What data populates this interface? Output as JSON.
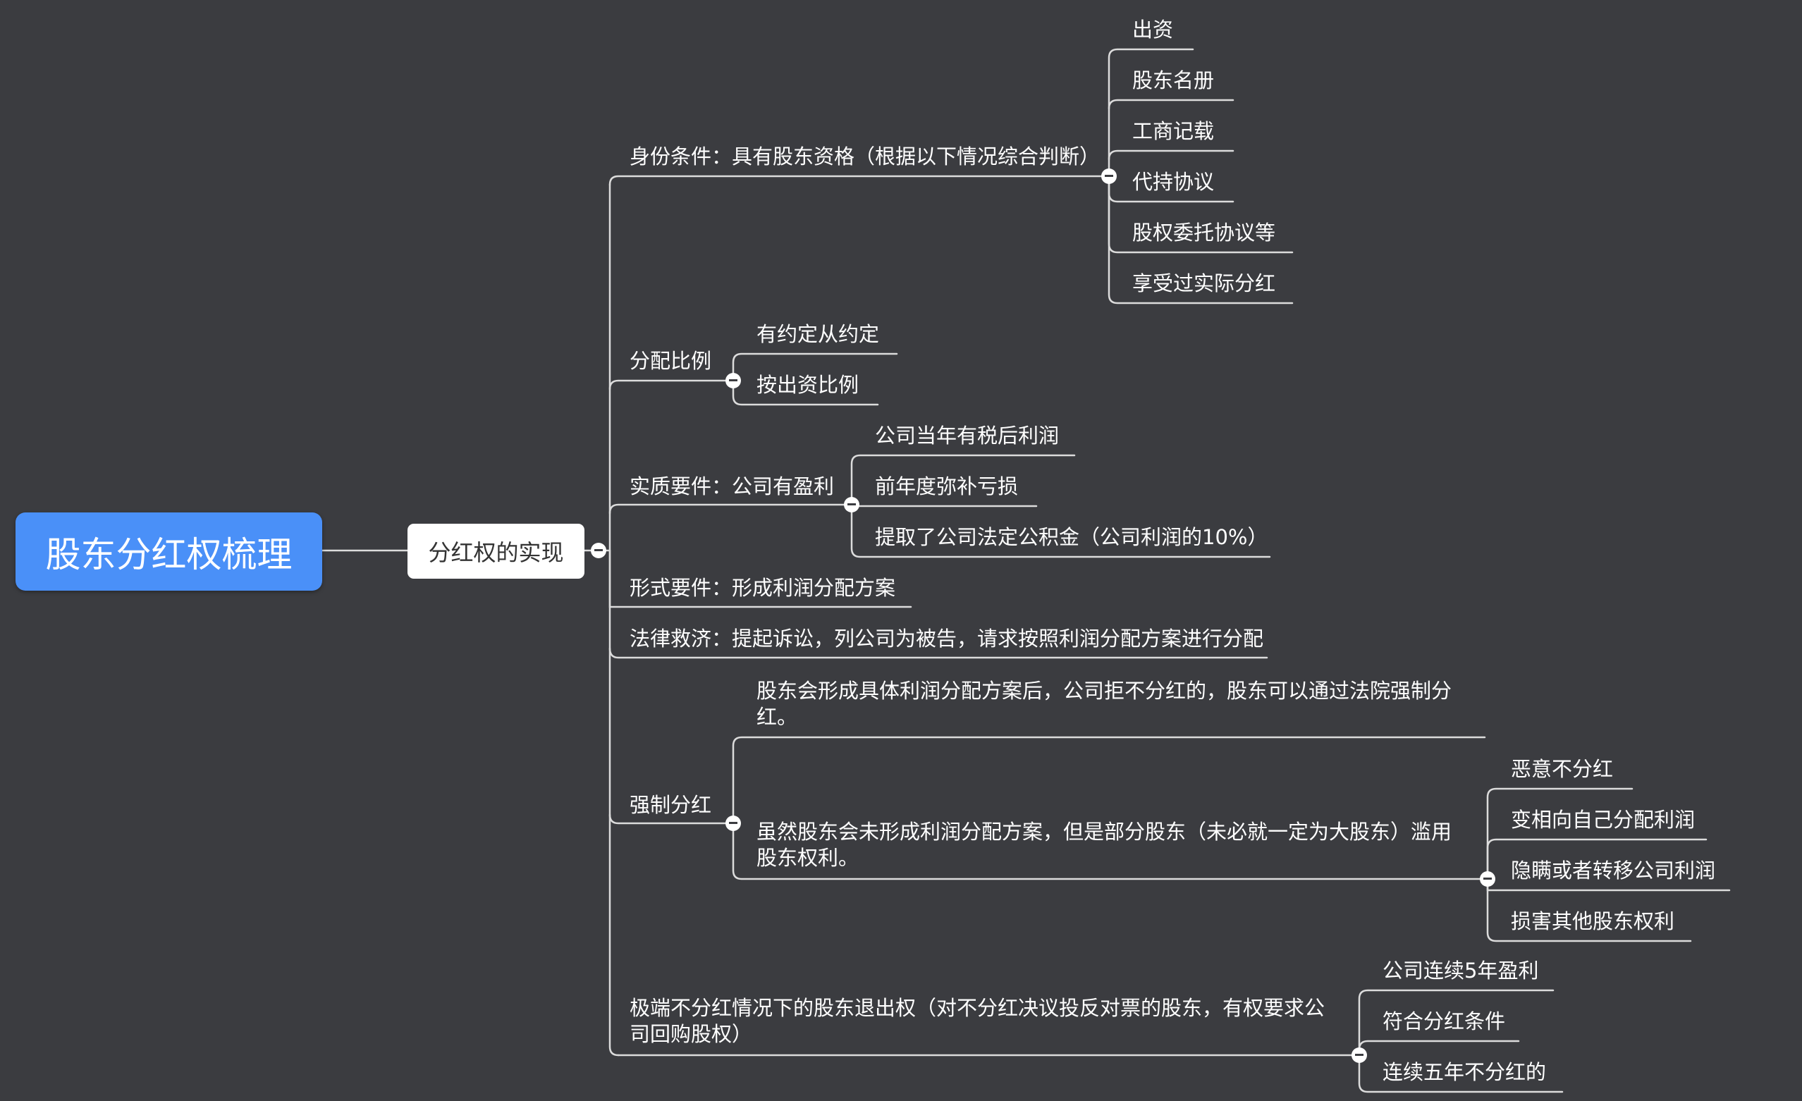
{
  "root": {
    "label": "股东分红权梳理"
  },
  "main": {
    "label": "分红权的实现"
  },
  "identity": {
    "label": "身份条件：具有股东资格（根据以下情况综合判断）",
    "children": [
      "出资",
      "股东名册",
      "工商记载",
      "代持协议",
      "股权委托协议等",
      "享受过实际分红"
    ]
  },
  "ratio": {
    "label": "分配比例",
    "children": [
      "有约定从约定",
      "按出资比例"
    ]
  },
  "substance": {
    "label": "实质要件：公司有盈利",
    "children": [
      "公司当年有税后利润",
      "前年度弥补亏损",
      "提取了公司法定公积金（公司利润的10%）"
    ]
  },
  "form": {
    "label": "形式要件：形成利润分配方案"
  },
  "remedy": {
    "label": "法律救济：提起诉讼，列公司为被告，请求按照利润分配方案进行分配"
  },
  "forced": {
    "label": "强制分红",
    "case1": "股东会形成具体利润分配方案后，公司拒不分红的，股东可以通过法院强制分红。",
    "case2": "虽然股东会未形成利润分配方案，但是部分股东（未必就一定为大股东）滥用股东权利。",
    "case2_children": [
      "恶意不分红",
      "变相向自己分配利润",
      "隐瞒或者转移公司利润",
      "损害其他股东权利"
    ]
  },
  "exit": {
    "label": "极端不分红情况下的股东退出权（对不分红决议投反对票的股东，有权要求公司回购股权）",
    "children": [
      "公司连续5年盈利",
      "符合分红条件",
      "连续五年不分红的"
    ]
  }
}
